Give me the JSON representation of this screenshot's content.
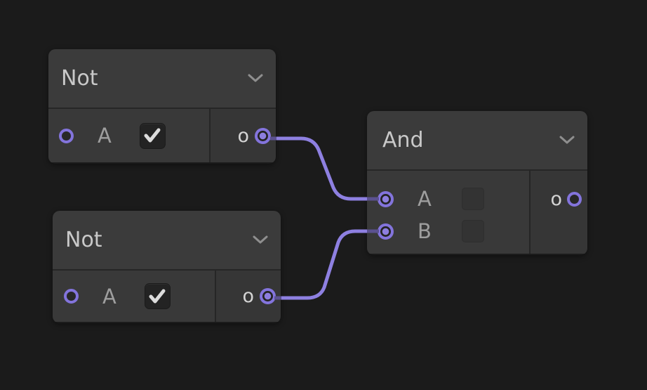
{
  "editor": {
    "background": "#1b1b1b",
    "colors": {
      "wire": "#8e80e1",
      "wire_stub": "#5b5190",
      "port": "#8374dc",
      "node_header": "#3b3b3b",
      "node_body": "#393939",
      "node_out_column": "#363636",
      "title_text": "#c9c9c9",
      "label_text": "#9e9e9e"
    }
  },
  "nodes": [
    {
      "title": "Not",
      "inputs": [
        {
          "label": "A",
          "checked": true,
          "connected": false
        }
      ],
      "output": {
        "label": "o",
        "connected": true
      }
    },
    {
      "title": "Not",
      "inputs": [
        {
          "label": "A",
          "checked": true,
          "connected": false
        }
      ],
      "output": {
        "label": "o",
        "connected": true
      }
    },
    {
      "title": "And",
      "inputs": [
        {
          "label": "A",
          "checked": false,
          "connected": true
        },
        {
          "label": "B",
          "checked": false,
          "connected": true
        }
      ],
      "output": {
        "label": "o",
        "connected": false
      }
    }
  ],
  "wires": [
    {
      "from": "Not(top).o",
      "to": "And.A"
    },
    {
      "from": "Not(bottom).o",
      "to": "And.B"
    }
  ]
}
